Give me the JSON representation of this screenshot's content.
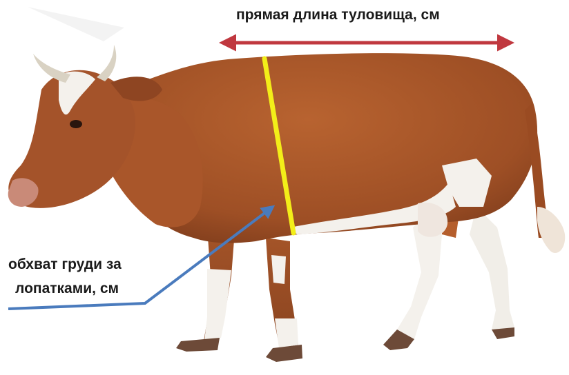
{
  "annotations": {
    "body_length_label": "прямая длина туловища, см",
    "chest_girth_line1": "обхват груди за",
    "chest_girth_line2": "лопатками, см"
  },
  "colors": {
    "coat": "#a8562a",
    "white_patches": "#f4f1ec",
    "length_arrow": "#c0383f",
    "girth_line": "#f3ee19",
    "pointer_arrow": "#4a7bbd"
  }
}
